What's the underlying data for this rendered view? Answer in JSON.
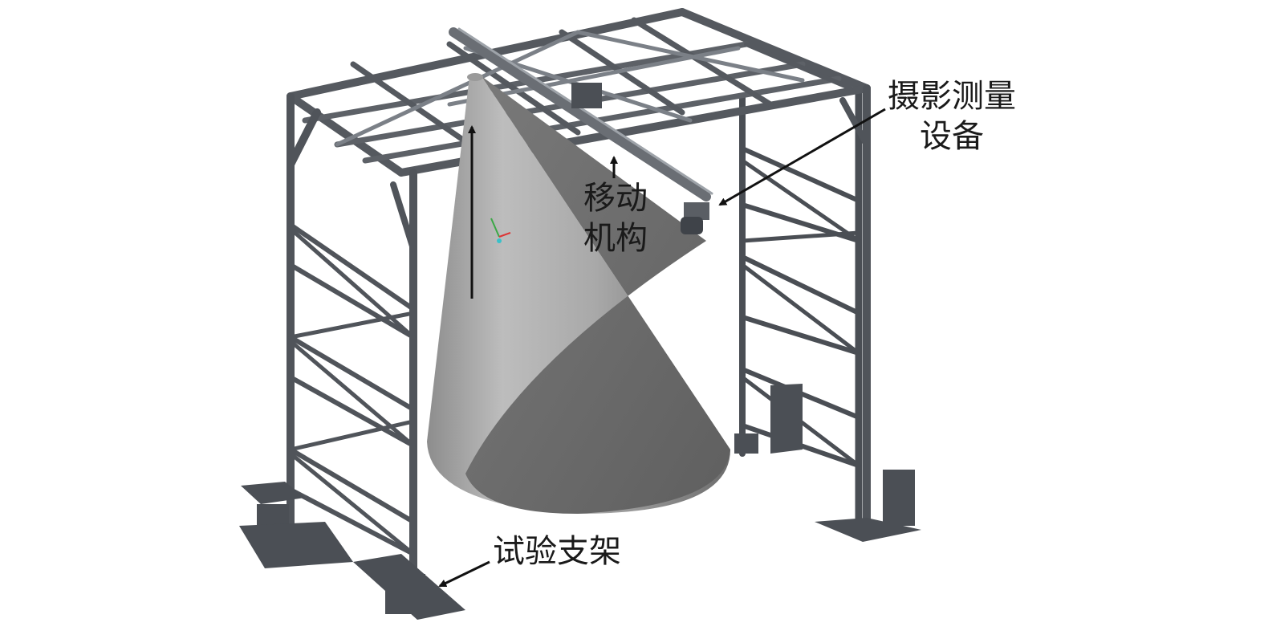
{
  "labels": {
    "photogrammetry_line1": "摄影测量",
    "photogrammetry_line2": "设备",
    "moving_mechanism_line1": "移动",
    "moving_mechanism_line2": "机构",
    "test_frame": "试验支架"
  },
  "colors": {
    "steel": "#55595f",
    "steel_dark": "#3c4046",
    "steel_light": "#7b8087",
    "cone_light": "#b9b9b9",
    "cone_dark": "#6a6a6a",
    "arrow": "#111111"
  }
}
